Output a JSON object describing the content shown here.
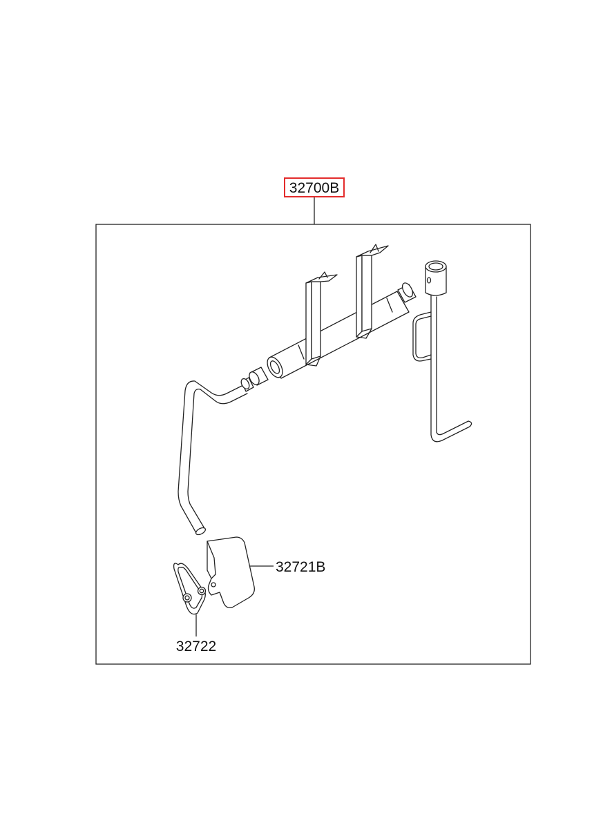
{
  "diagram": {
    "parts": {
      "assembly": {
        "number": "32700B",
        "highlighted": true
      },
      "pedal_pad": {
        "number": "32721B"
      },
      "clip": {
        "number": "32722"
      }
    },
    "colors": {
      "line": "#222222",
      "highlight_box": "#e32b2b",
      "background": "#ffffff"
    }
  }
}
